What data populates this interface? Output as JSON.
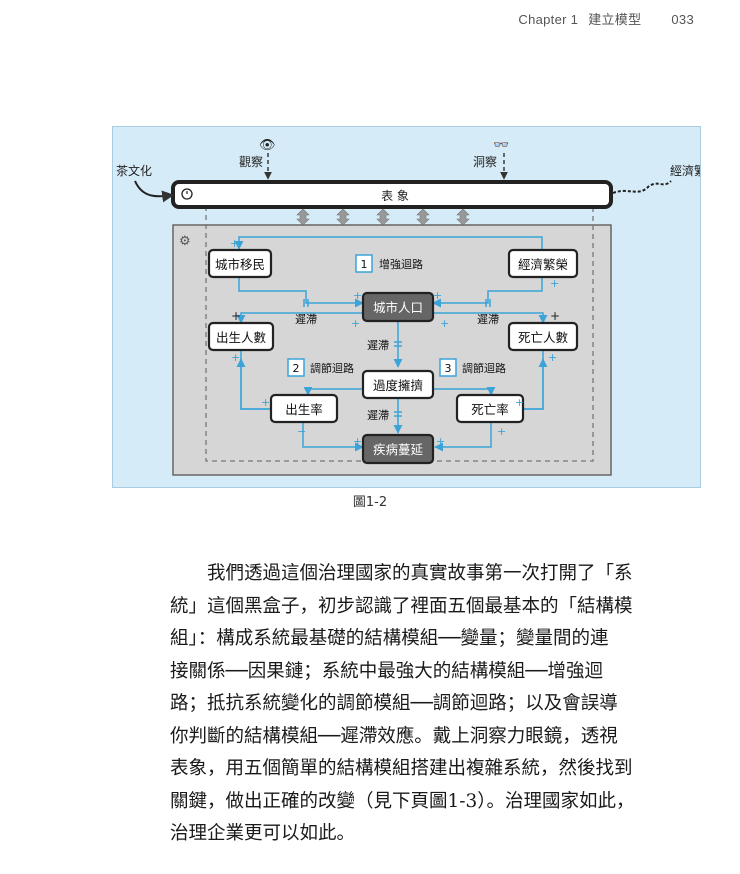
{
  "header": {
    "chapter": "Chapter 1",
    "title": "建立模型",
    "page_number": "033"
  },
  "diagram": {
    "labels": {
      "tea_culture": "茶文化",
      "economic_prosperity_outside": "經濟繁榮",
      "observe": "觀察",
      "insight": "洞察",
      "appearance_bar": "表 象",
      "city_migration": "城市移民",
      "economic_prosperity": "經濟繁榮",
      "urban_population": "城市人口",
      "birth_count": "出生人數",
      "death_count": "死亡人數",
      "overcrowding": "過度擁擠",
      "birth_rate": "出生率",
      "death_rate": "死亡率",
      "disease_spread": "疾病蔓延",
      "delay_left": "遲滯",
      "delay_right": "遲滯",
      "delay_mid1": "遲滯",
      "delay_mid2": "遲滯",
      "loop1_num": "1",
      "loop1_text": "增強迴路",
      "loop2_num": "2",
      "loop2_text": "調節迴路",
      "loop3_num": "3",
      "loop3_text": "調節迴路",
      "plus": "+",
      "minus": "−"
    },
    "colors": {
      "link": "#3aa3d8",
      "dark_node": "#666666",
      "panel": "#d6d6d6",
      "bg": "#d5ebf7"
    }
  },
  "caption": "圖1-2",
  "paragraph": {
    "lines": [
      "我們透過這個治理國家的真實故事第一次打開了「系",
      "統」這個黑盒子，初步認識了裡面五個最基本的「結構模",
      "組」：構成系統最基礎的結構模組──變量；變量間的連",
      "接關係──因果鏈；系統中最強大的結構模組──增強迴",
      "路；抵抗系統變化的調節模組──調節迴路；以及會誤導",
      "你判斷的結構模組──遲滯效應。戴上洞察力眼鏡，透視",
      "表象，用五個簡單的結構模組搭建出複雜系統，然後找到",
      "關鍵，做出正確的改變（見下頁圖1-3）。治理國家如此，",
      "治理企業更可以如此。"
    ]
  }
}
